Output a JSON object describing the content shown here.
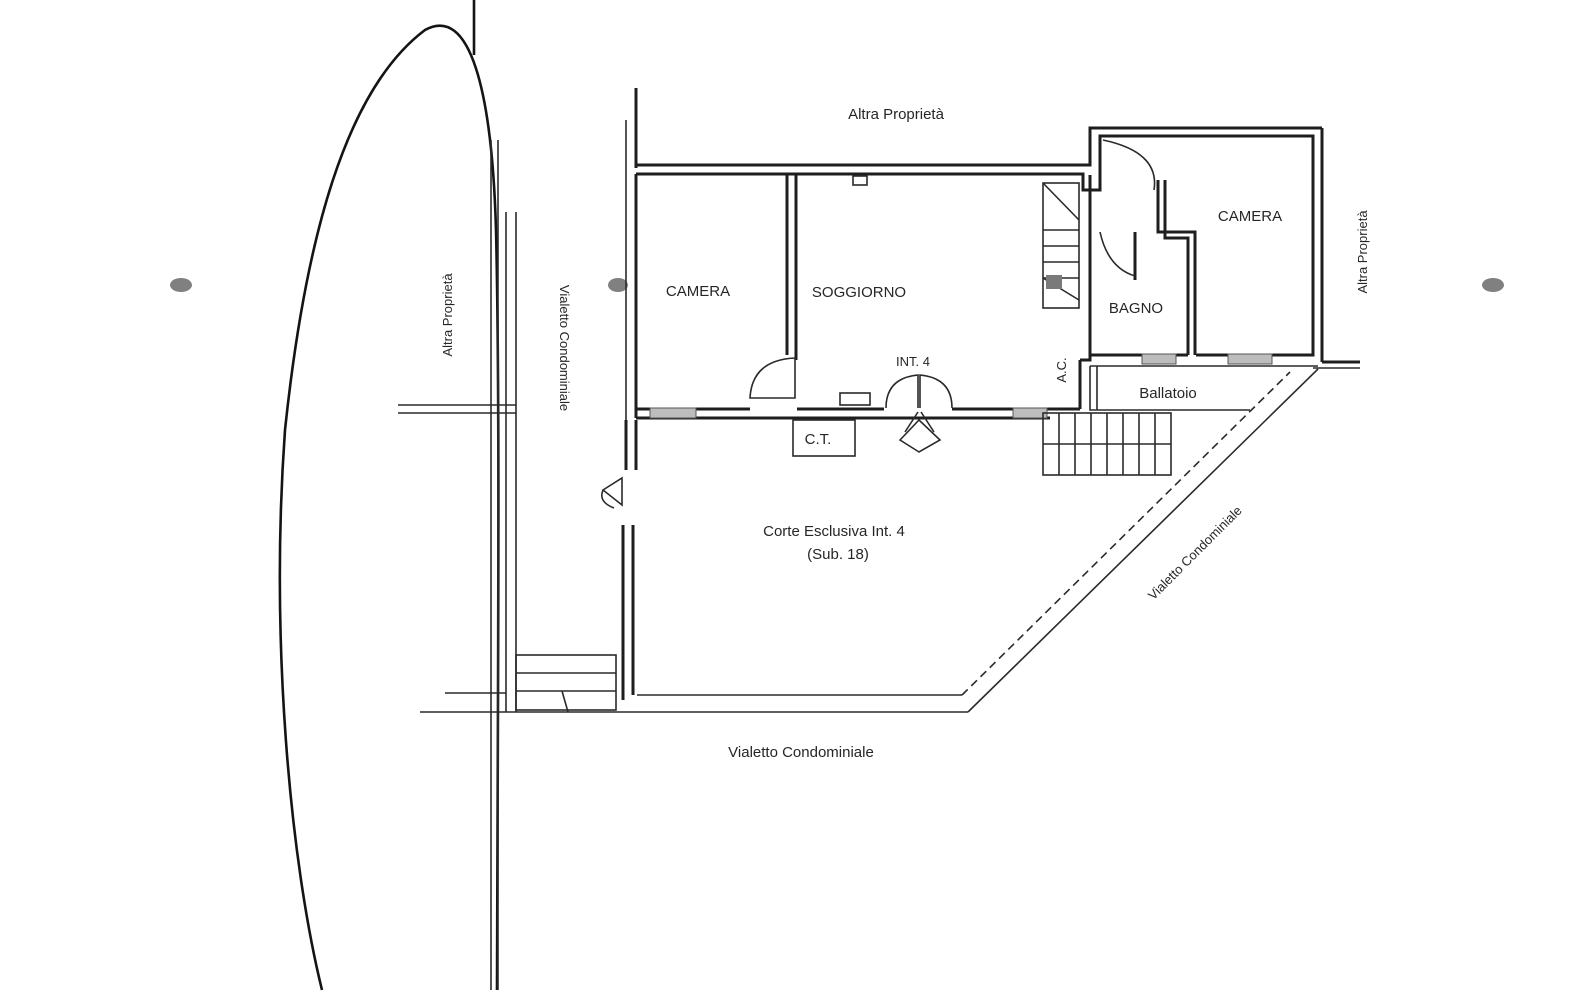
{
  "labels": {
    "altra_proprieta_top": "Altra Proprietà",
    "altra_proprieta_left": "Altra Proprietà",
    "altra_proprieta_right": "Altra Proprietà",
    "vialetto_left": "Vialetto Condominiale",
    "vialetto_bottom": "Vialetto Condominiale",
    "vialetto_diagonal": "Vialetto Condominiale",
    "camera_left": "CAMERA",
    "soggiorno": "SOGGIORNO",
    "int_4": "INT. 4",
    "ac": "A.C.",
    "camera_right": "CAMERA",
    "bagno": "BAGNO",
    "ballatoio": "Ballatoio",
    "ct": "C.T.",
    "corte_line1": "Corte Esclusiva Int. 4",
    "corte_line2": "(Sub. 18)"
  }
}
